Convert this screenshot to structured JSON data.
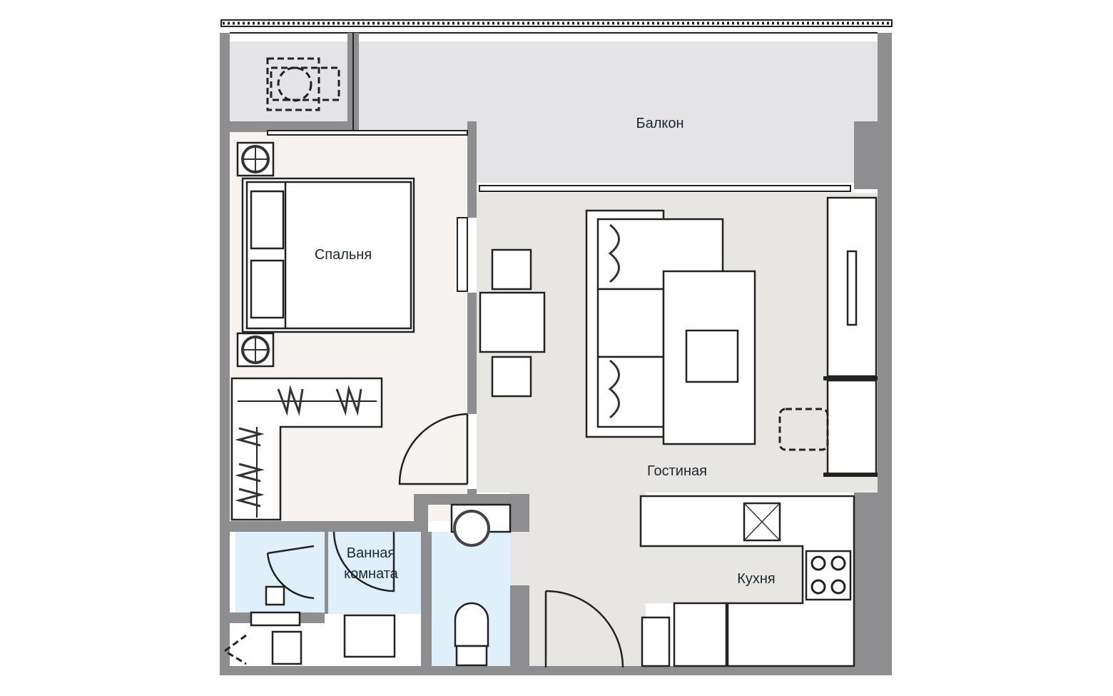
{
  "rooms": {
    "balcony": "Балкон",
    "bedroom": "Спальня",
    "living": "Гостиная",
    "bathroom_line1": "Ванная",
    "bathroom_line2": "комната",
    "kitchen": "Кухня"
  },
  "colors": {
    "wall": "#8e8e91",
    "balcony": "#e4e4e6",
    "bedroom": "#f6f3f0",
    "living": "#e7e6e2",
    "bathroom": "#dff0fa"
  }
}
